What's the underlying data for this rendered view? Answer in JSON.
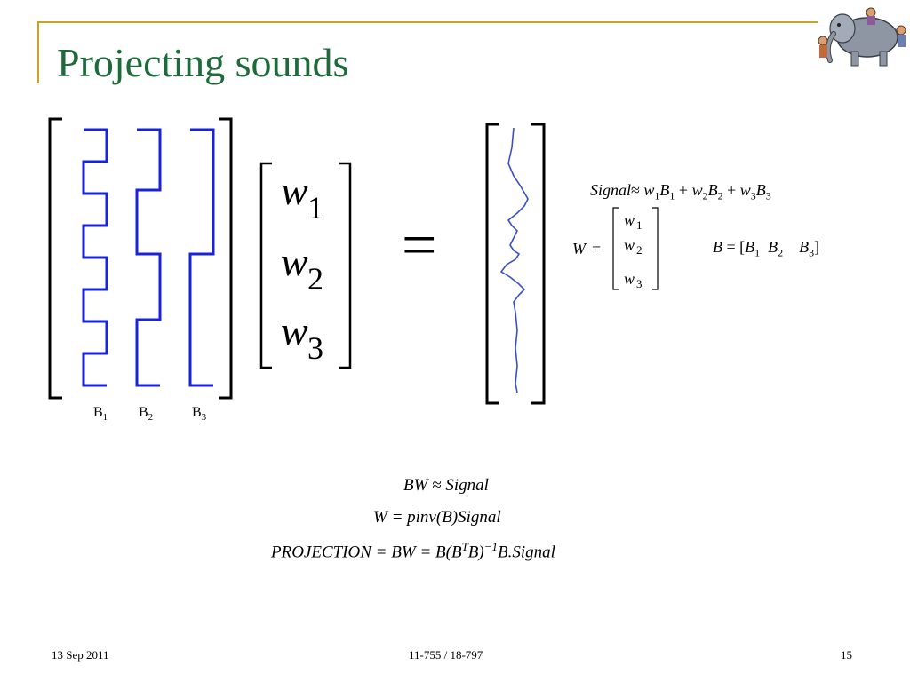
{
  "slide": {
    "title": "Projecting sounds",
    "basis_labels": [
      {
        "base": "B",
        "sub": "1"
      },
      {
        "base": "B",
        "sub": "2"
      },
      {
        "base": "B",
        "sub": "3"
      }
    ],
    "weight_vector": [
      {
        "base": "w",
        "sub": "1"
      },
      {
        "base": "w",
        "sub": "2"
      },
      {
        "base": "w",
        "sub": "3"
      }
    ],
    "equals": "=",
    "signal_equation": {
      "lhs": "Signal",
      "approx": "≈",
      "terms": [
        {
          "coef": "w",
          "coef_sub": "1",
          "basis": "B",
          "basis_sub": "1"
        },
        {
          "coef": "w",
          "coef_sub": "2",
          "basis": "B",
          "basis_sub": "2"
        },
        {
          "coef": "w",
          "coef_sub": "3",
          "basis": "B",
          "basis_sub": "3"
        }
      ],
      "plus": "+"
    },
    "w_definition": {
      "lhs": "W",
      "eq": "="
    },
    "b_definition": {
      "lhs": "B",
      "eq": "=",
      "open": "[",
      "close": "]"
    },
    "equations": [
      "BW ≈ Signal",
      "W = pinv(B)Signal",
      {
        "prefix": "PROJECTION = BW = B(B",
        "sup_T": "T",
        "mid": "B)",
        "sup_inv": "−1",
        "suffix": "B.Signal"
      }
    ]
  },
  "footer": {
    "date": "13 Sep 2011",
    "course": "11-755 / 18-797",
    "page": "15"
  },
  "colors": {
    "title": "#1d6b3a",
    "frame": "#c9a227",
    "basis_lines": "#1a22d6",
    "signal": "#3a4fc4"
  },
  "icons": {
    "mascot": "elephant-with-blind-men-icon"
  }
}
